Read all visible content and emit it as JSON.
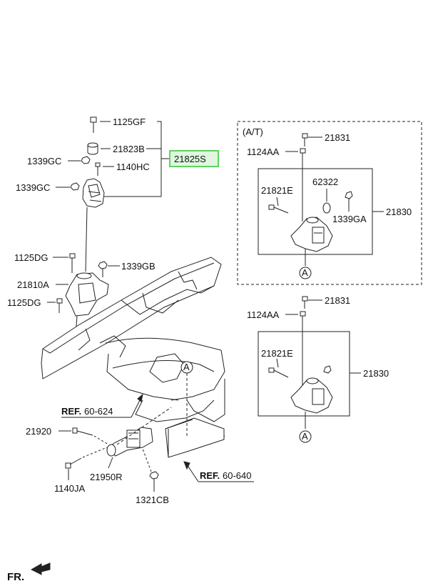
{
  "labels": {
    "p1125GF": "1125GF",
    "p21823B": "21823B",
    "p21825S": "21825S",
    "p1339GC_a": "1339GC",
    "p1140HC": "1140HC",
    "p1339GC_b": "1339GC",
    "p1125DG_a": "1125DG",
    "p1339GB": "1339GB",
    "p21810A": "21810A",
    "p1125DG_b": "1125DG",
    "p21920": "21920",
    "p21950R": "21950R",
    "p1140JA": "1140JA",
    "p1321CB": "1321CB",
    "ref1_bold": "REF.",
    "ref1_num": "60-624",
    "ref2_bold": "REF.",
    "ref2_num": "60-640",
    "circleA_main": "A",
    "fr": "FR.",
    "at_title": "(A/T)",
    "at_21831": "21831",
    "at_1124AA": "1124AA",
    "at_21821E": "21821E",
    "at_62322": "62322",
    "at_1339GA": "1339GA",
    "at_21830": "21830",
    "at_circleA": "A",
    "mt_21831": "21831",
    "mt_1124AA": "1124AA",
    "mt_21821E": "21821E",
    "mt_21830": "21830",
    "mt_circleA": "A"
  },
  "colors": {
    "highlight_border": "#5fd35f",
    "highlight_fill": "#dff7df",
    "line": "#222222"
  }
}
